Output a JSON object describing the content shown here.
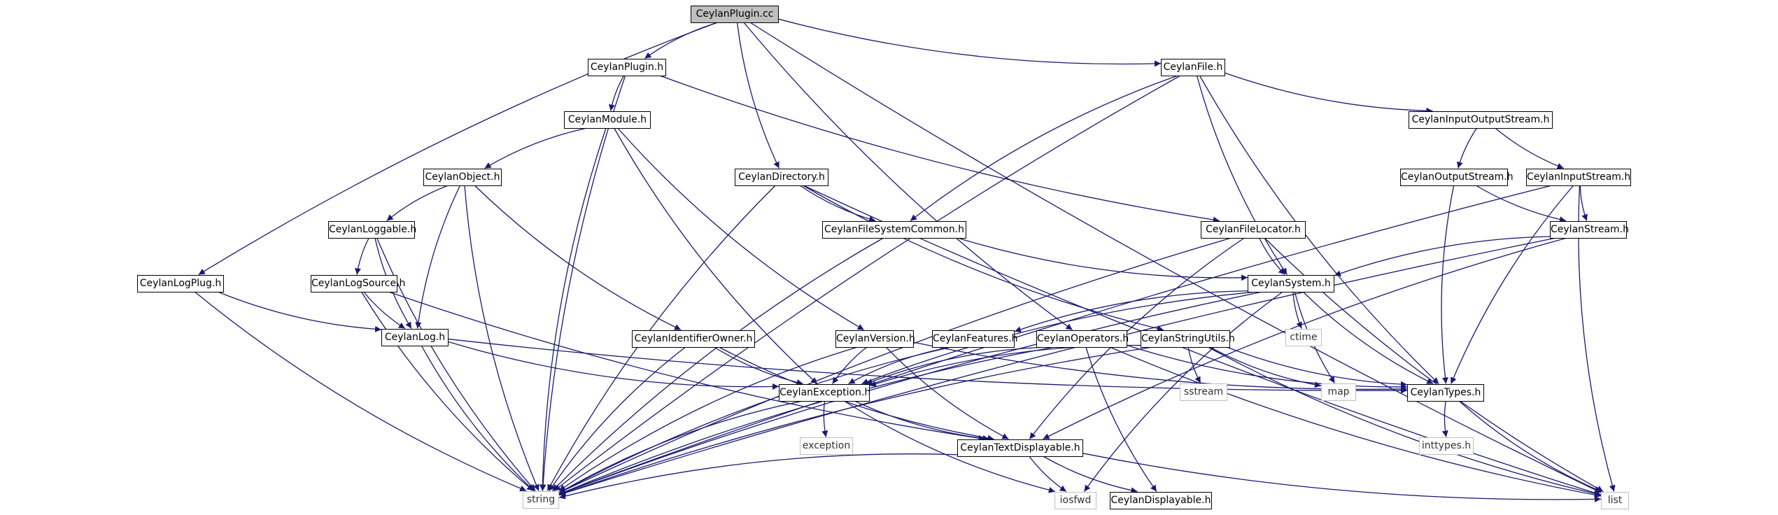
{
  "colors": {
    "edge": "#191970",
    "root_fill": "#bfbfbf",
    "system_border": "#bfbfbf"
  },
  "nodes": [
    {
      "id": "plugin_cc",
      "label": "CeylanPlugin.cc",
      "kind": "root"
    },
    {
      "id": "plugin_h",
      "label": "CeylanPlugin.h",
      "kind": "project"
    },
    {
      "id": "file_h",
      "label": "CeylanFile.h",
      "kind": "project"
    },
    {
      "id": "module_h",
      "label": "CeylanModule.h",
      "kind": "project"
    },
    {
      "id": "ios_h",
      "label": "CeylanInputOutputStream.h",
      "kind": "project"
    },
    {
      "id": "object_h",
      "label": "CeylanObject.h",
      "kind": "project"
    },
    {
      "id": "directory_h",
      "label": "CeylanDirectory.h",
      "kind": "project"
    },
    {
      "id": "os_h",
      "label": "CeylanOutputStream.h",
      "kind": "project"
    },
    {
      "id": "is_h",
      "label": "CeylanInputStream.h",
      "kind": "project"
    },
    {
      "id": "loggable_h",
      "label": "CeylanLoggable.h",
      "kind": "project"
    },
    {
      "id": "fscommon_h",
      "label": "CeylanFileSystemCommon.h",
      "kind": "project"
    },
    {
      "id": "filelocator_h",
      "label": "CeylanFileLocator.h",
      "kind": "project"
    },
    {
      "id": "stream_h",
      "label": "CeylanStream.h",
      "kind": "project"
    },
    {
      "id": "logplug_h",
      "label": "CeylanLogPlug.h",
      "kind": "project"
    },
    {
      "id": "logsource_h",
      "label": "CeylanLogSource.h",
      "kind": "project"
    },
    {
      "id": "system_h",
      "label": "CeylanSystem.h",
      "kind": "project"
    },
    {
      "id": "ctime",
      "label": "ctime",
      "kind": "system"
    },
    {
      "id": "log_h",
      "label": "CeylanLog.h",
      "kind": "project"
    },
    {
      "id": "idowner_h",
      "label": "CeylanIdentifierOwner.h",
      "kind": "project"
    },
    {
      "id": "version_h",
      "label": "CeylanVersion.h",
      "kind": "project"
    },
    {
      "id": "features_h",
      "label": "CeylanFeatures.h",
      "kind": "project"
    },
    {
      "id": "operators_h",
      "label": "CeylanOperators.h",
      "kind": "project"
    },
    {
      "id": "stringutils_h",
      "label": "CeylanStringUtils.h",
      "kind": "project"
    },
    {
      "id": "exception_h",
      "label": "CeylanException.h",
      "kind": "project"
    },
    {
      "id": "sstream",
      "label": "sstream",
      "kind": "system"
    },
    {
      "id": "map",
      "label": "map",
      "kind": "system"
    },
    {
      "id": "types_h",
      "label": "CeylanTypes.h",
      "kind": "project"
    },
    {
      "id": "exception",
      "label": "exception",
      "kind": "system"
    },
    {
      "id": "inttypes_h",
      "label": "inttypes.h",
      "kind": "system"
    },
    {
      "id": "textdisp_h",
      "label": "CeylanTextDisplayable.h",
      "kind": "project"
    },
    {
      "id": "string",
      "label": "string",
      "kind": "system"
    },
    {
      "id": "iosfwd",
      "label": "iosfwd",
      "kind": "system"
    },
    {
      "id": "displayable_h",
      "label": "CeylanDisplayable.h",
      "kind": "project"
    },
    {
      "id": "list",
      "label": "list",
      "kind": "system"
    }
  ],
  "edges": [
    [
      "plugin_cc",
      "plugin_h"
    ],
    [
      "plugin_cc",
      "file_h"
    ],
    [
      "plugin_cc",
      "directory_h"
    ],
    [
      "plugin_cc",
      "logplug_h"
    ],
    [
      "plugin_cc",
      "operators_h"
    ],
    [
      "plugin_cc",
      "list"
    ],
    [
      "plugin_h",
      "module_h"
    ],
    [
      "plugin_h",
      "filelocator_h"
    ],
    [
      "plugin_h",
      "string"
    ],
    [
      "file_h",
      "ios_h"
    ],
    [
      "file_h",
      "fscommon_h"
    ],
    [
      "file_h",
      "system_h"
    ],
    [
      "file_h",
      "types_h"
    ],
    [
      "file_h",
      "string"
    ],
    [
      "module_h",
      "object_h"
    ],
    [
      "module_h",
      "version_h"
    ],
    [
      "module_h",
      "exception_h"
    ],
    [
      "module_h",
      "string"
    ],
    [
      "ios_h",
      "os_h"
    ],
    [
      "ios_h",
      "is_h"
    ],
    [
      "object_h",
      "loggable_h"
    ],
    [
      "object_h",
      "log_h"
    ],
    [
      "object_h",
      "idowner_h"
    ],
    [
      "object_h",
      "string"
    ],
    [
      "directory_h",
      "fscommon_h"
    ],
    [
      "directory_h",
      "stringutils_h"
    ],
    [
      "directory_h",
      "list"
    ],
    [
      "directory_h",
      "string"
    ],
    [
      "os_h",
      "stream_h"
    ],
    [
      "os_h",
      "types_h"
    ],
    [
      "is_h",
      "stream_h"
    ],
    [
      "is_h",
      "types_h"
    ],
    [
      "is_h",
      "list"
    ],
    [
      "is_h",
      "string"
    ],
    [
      "loggable_h",
      "logsource_h"
    ],
    [
      "loggable_h",
      "log_h"
    ],
    [
      "loggable_h",
      "string"
    ],
    [
      "fscommon_h",
      "system_h"
    ],
    [
      "fscommon_h",
      "string"
    ],
    [
      "filelocator_h",
      "system_h"
    ],
    [
      "filelocator_h",
      "textdisp_h"
    ],
    [
      "filelocator_h",
      "list"
    ],
    [
      "filelocator_h",
      "string"
    ],
    [
      "stream_h",
      "system_h"
    ],
    [
      "stream_h",
      "textdisp_h"
    ],
    [
      "stream_h",
      "string"
    ],
    [
      "logplug_h",
      "log_h"
    ],
    [
      "logplug_h",
      "string"
    ],
    [
      "logsource_h",
      "log_h"
    ],
    [
      "logsource_h",
      "textdisp_h"
    ],
    [
      "logsource_h",
      "string"
    ],
    [
      "system_h",
      "ctime"
    ],
    [
      "system_h",
      "map"
    ],
    [
      "system_h",
      "types_h"
    ],
    [
      "system_h",
      "features_h"
    ],
    [
      "system_h",
      "exception_h"
    ],
    [
      "system_h",
      "iosfwd"
    ],
    [
      "system_h",
      "string"
    ],
    [
      "log_h",
      "exception_h"
    ],
    [
      "log_h",
      "types_h"
    ],
    [
      "log_h",
      "string"
    ],
    [
      "idowner_h",
      "exception_h"
    ],
    [
      "idowner_h",
      "textdisp_h"
    ],
    [
      "idowner_h",
      "string"
    ],
    [
      "version_h",
      "exception_h"
    ],
    [
      "version_h",
      "textdisp_h"
    ],
    [
      "version_h",
      "types_h"
    ],
    [
      "version_h",
      "string"
    ],
    [
      "features_h",
      "exception_h"
    ],
    [
      "features_h",
      "string"
    ],
    [
      "operators_h",
      "exception_h"
    ],
    [
      "operators_h",
      "types_h"
    ],
    [
      "operators_h",
      "displayable_h"
    ],
    [
      "operators_h",
      "list"
    ],
    [
      "operators_h",
      "string"
    ],
    [
      "stringutils_h",
      "exception_h"
    ],
    [
      "stringutils_h",
      "sstream"
    ],
    [
      "stringutils_h",
      "map"
    ],
    [
      "stringutils_h",
      "types_h"
    ],
    [
      "stringutils_h",
      "list"
    ],
    [
      "stringutils_h",
      "string"
    ],
    [
      "exception_h",
      "exception"
    ],
    [
      "exception_h",
      "textdisp_h"
    ],
    [
      "exception_h",
      "iosfwd"
    ],
    [
      "exception_h",
      "string"
    ],
    [
      "types_h",
      "inttypes_h"
    ],
    [
      "types_h",
      "list"
    ],
    [
      "textdisp_h",
      "displayable_h"
    ],
    [
      "textdisp_h",
      "iosfwd"
    ],
    [
      "textdisp_h",
      "list"
    ],
    [
      "textdisp_h",
      "string"
    ]
  ]
}
